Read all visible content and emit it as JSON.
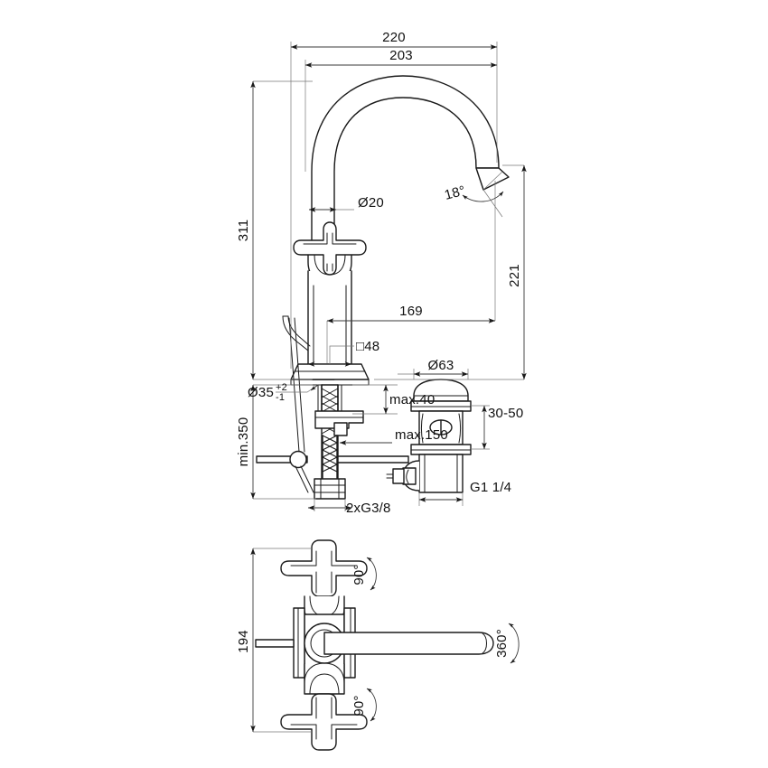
{
  "drawing": {
    "title": "Basin mixer technical dimension drawing",
    "units": "mm",
    "line_color": "#1a1a1a",
    "dimension_color": "#3a3a3a",
    "background": "#ffffff"
  },
  "views": {
    "elevation": {
      "name": "front-elevation-view"
    },
    "plan": {
      "name": "top-plan-view"
    }
  },
  "dimensions": {
    "spout_reach_total": "220",
    "spout_reach_inner": "203",
    "total_height": "311",
    "spout_tube_diameter": "Ø20",
    "body_square": "□48",
    "mounting_hole_diameter": "Ø35",
    "mounting_hole_tol_upper": "+2",
    "mounting_hole_tol_lower": "-1",
    "max_deck_thickness": "max.40",
    "max_rod_length": "max.150",
    "min_supply_length": "min.350",
    "supply_thread": "2xG3/8",
    "spout_outlet_angle": "18°",
    "spout_height": "221",
    "spout_projection": "169",
    "waste_flange_diameter": "Ø63",
    "waste_deck_range": "30-50",
    "waste_thread": "G1 1/4",
    "plan_handle_span": "194",
    "handle_rotation_top": "90°",
    "handle_rotation_bottom": "90°",
    "spout_swivel": "360°"
  }
}
